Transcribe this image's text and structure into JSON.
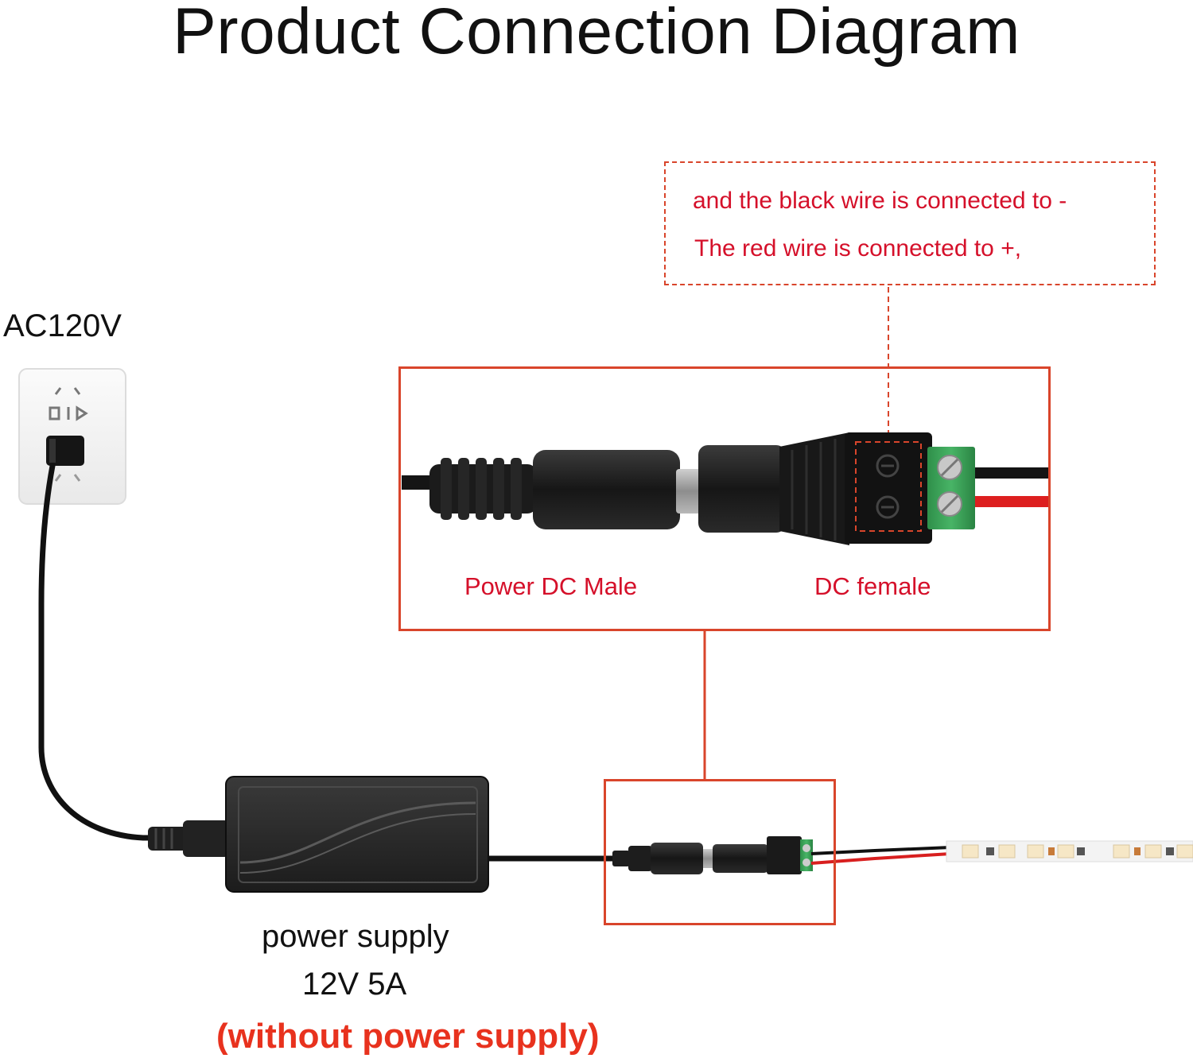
{
  "title": "Product Connection Diagram",
  "ac_label": "AC120V",
  "note": {
    "line1": "and the black wire is connected to -",
    "line2": "The red wire is connected to +,"
  },
  "connectors": {
    "male_label": "Power DC Male",
    "female_label": "DC female"
  },
  "power_supply": {
    "label": "power supply",
    "spec": "12V 5A",
    "note": "(without power supply)"
  },
  "colors": {
    "accent": "#d9452b",
    "label_red": "#d5102a",
    "warn_red": "#e8321e"
  }
}
